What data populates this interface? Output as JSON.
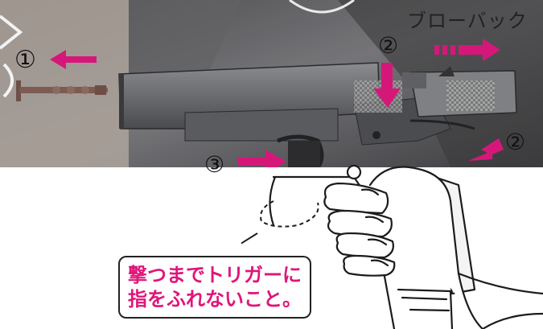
{
  "labels": {
    "blowback": "ブローバック",
    "step1": "①",
    "step2_top": "②",
    "step2_right": "②",
    "step3": "③"
  },
  "caption": {
    "line1": "撃つまでトリガーに",
    "line2": "指をふれないこと。"
  },
  "colors": {
    "accent": "#d6177a",
    "outline": "#222222"
  }
}
